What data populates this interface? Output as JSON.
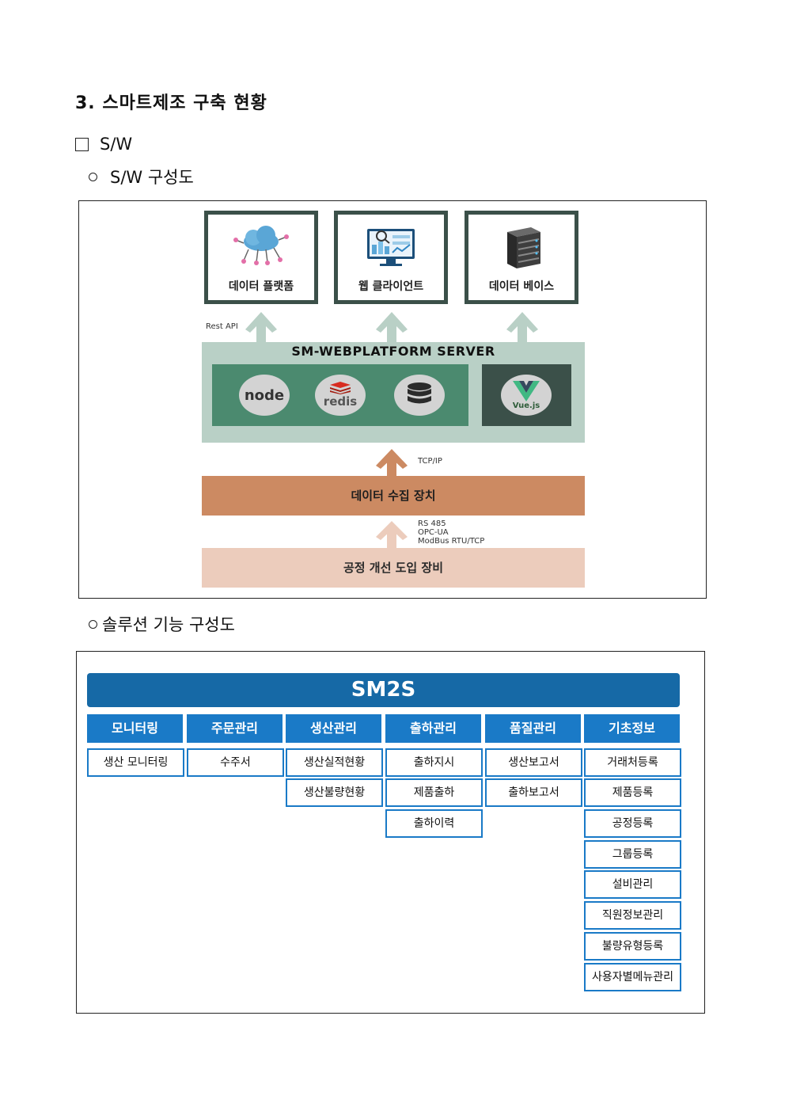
{
  "heading": "3. 스마트제조 구축 현황",
  "section": {
    "label": "S/W"
  },
  "sub1": {
    "label": "S/W 구성도"
  },
  "sub2": {
    "label": "솔루션 기능 구성도"
  },
  "architecture": {
    "top_boxes": [
      "데이터 플랫폼",
      "웹 클라이언트",
      "데이터 베이스"
    ],
    "rest_api": "Rest API",
    "server_title": "SM-WEBPLATFORM SERVER",
    "logos": [
      "node",
      "redis",
      "",
      "Vue.js"
    ],
    "tcp_label": "TCP/IP",
    "collector": "데이터 수집 장치",
    "protocols": [
      "RS 485",
      "OPC-UA",
      "ModBus RTU/TCP"
    ],
    "equipment": "공정 개선 도입 장비"
  },
  "solution": {
    "title": "SM2S",
    "columns": [
      {
        "name": "모니터링",
        "items": [
          "생산 모니터링"
        ]
      },
      {
        "name": "주문관리",
        "items": [
          "수주서"
        ]
      },
      {
        "name": "생산관리",
        "items": [
          "생산실적현황",
          "생산불량현황"
        ]
      },
      {
        "name": "출하관리",
        "items": [
          "출하지시",
          "제품출하",
          "출하이력"
        ]
      },
      {
        "name": "품질관리",
        "items": [
          "생산보고서",
          "출하보고서"
        ]
      },
      {
        "name": "기초정보",
        "items": [
          "거래처등록",
          "제품등록",
          "공정등록",
          "그룹등록",
          "설비관리",
          "직원정보관리",
          "불량유형등록",
          "사용자별메뉴관리"
        ]
      }
    ]
  },
  "colors": {
    "box_border": "#3b5049",
    "server_bg": "#b9d0c6",
    "server_inner": "#4b8a6f",
    "collector_bg": "#cc8a62",
    "equipment_bg": "#ecccbc",
    "banner_bg": "#1669a6",
    "category_bg": "#1a7ac7"
  }
}
